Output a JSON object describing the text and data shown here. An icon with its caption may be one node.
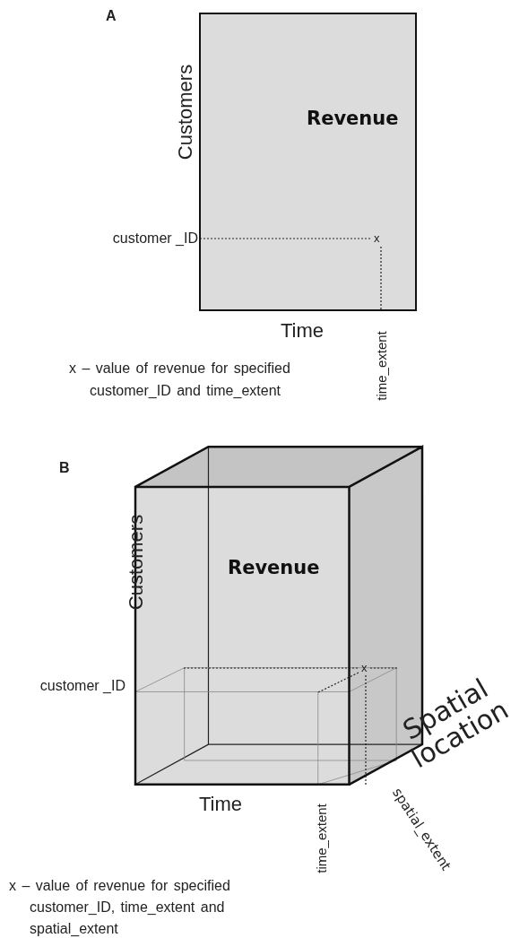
{
  "diagram": {
    "nodes": [
      {
        "text": [
          "Revenue"
        ]
      },
      {
        "text": [
          "Revenue"
        ]
      }
    ],
    "edges": [],
    "labels": [
      "A",
      "Customers",
      "customer _ID",
      "x",
      "Time",
      "time_extent",
      "x – value of revenue for specified customer_ID and time_extent",
      "B",
      "Customers",
      "customer _ID",
      "x",
      "Time",
      "time_extent",
      "Spatial location",
      "spatial_extent",
      "x – value of revenue for specified customer_ID, time_extent and spatial_extent"
    ]
  }
}
